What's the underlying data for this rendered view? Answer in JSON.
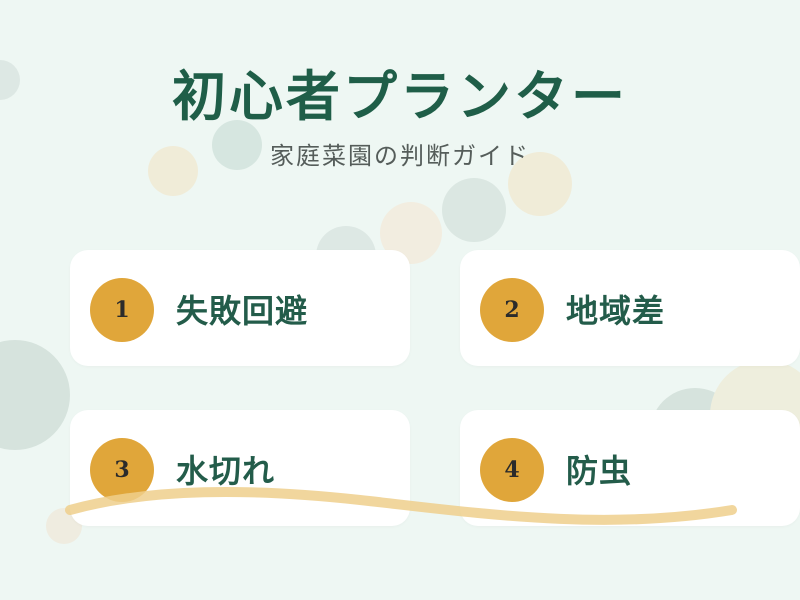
{
  "header": {
    "title": "初心者プランター",
    "subtitle": "家庭菜園の判断ガイド"
  },
  "cards": [
    {
      "number": "1",
      "label": "失敗回避"
    },
    {
      "number": "2",
      "label": "地域差"
    },
    {
      "number": "3",
      "label": "水切れ"
    },
    {
      "number": "4",
      "label": "防虫"
    }
  ],
  "colors": {
    "background": "#eef7f3",
    "title": "#1f5e48",
    "badge": "#e0a63a",
    "wave": "#efcf8c"
  }
}
